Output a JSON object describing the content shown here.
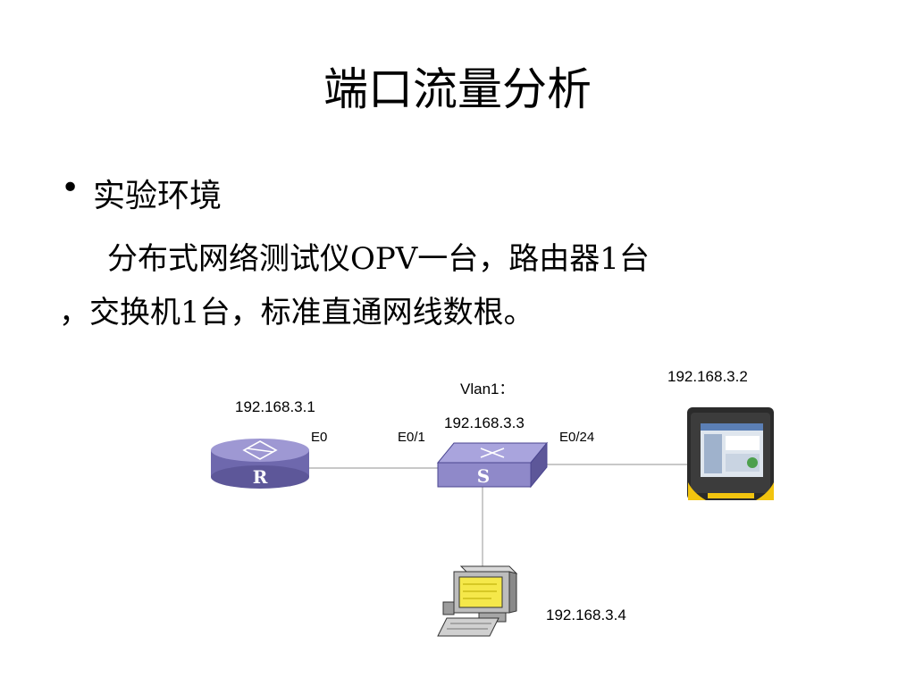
{
  "slide": {
    "title": "端口流量分析",
    "bullet": "实验环境",
    "body_line1": "分布式网络测试仪OPV一台，路由器1台",
    "body_line2": "，交换机1台，标准直通网线数根。"
  },
  "diagram": {
    "router": {
      "ip": "192.168.3.1",
      "port": "E0",
      "letter": "R"
    },
    "switch": {
      "vlan": "Vlan1：",
      "ip": "192.168.3.3",
      "port_left": "E0/1",
      "port_right": "E0/24",
      "letter": "S"
    },
    "tester": {
      "ip": "192.168.3.2"
    },
    "pc": {
      "ip": "192.168.3.4"
    }
  },
  "colors": {
    "device_fill": "#8f89c9",
    "device_dark": "#5d5799",
    "link": "#a8a8a8",
    "tester_yellow": "#f2c40f"
  }
}
